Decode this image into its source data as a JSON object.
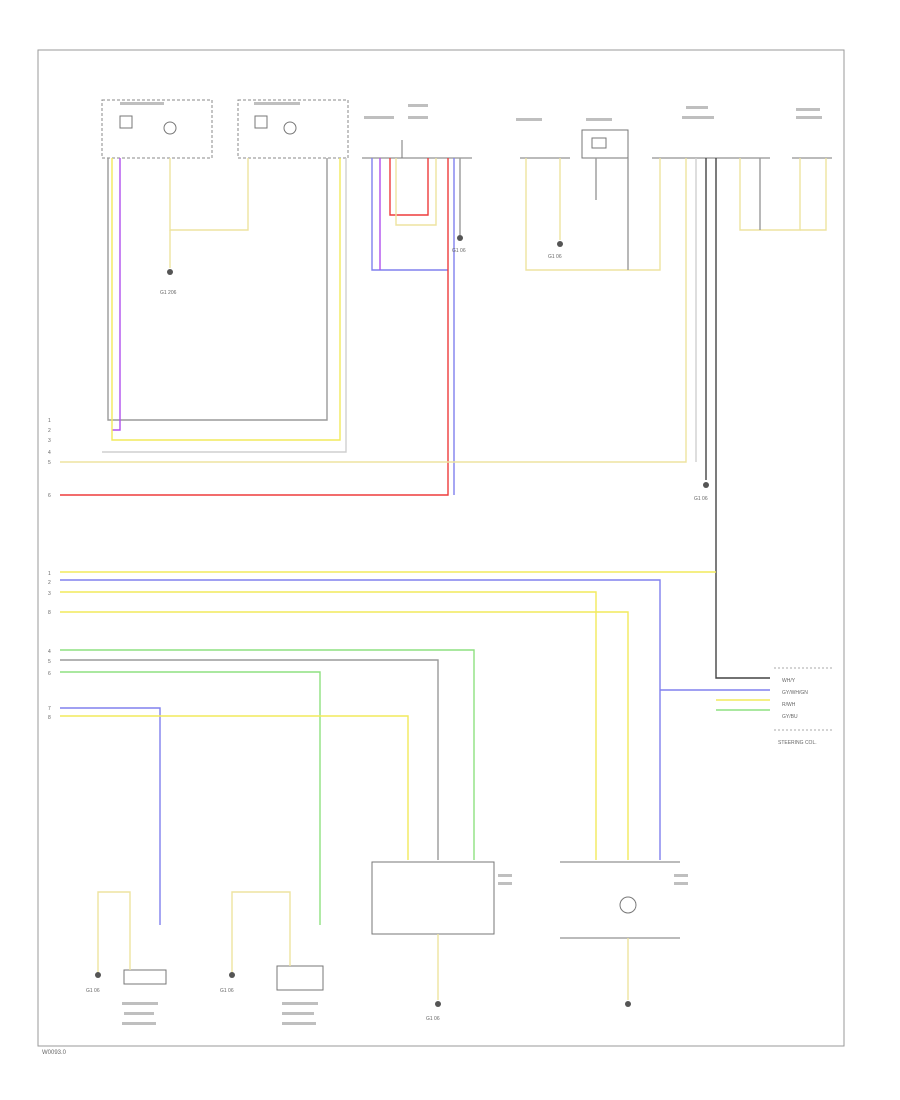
{
  "page_code": "W0093.0",
  "colors": {
    "yellow": "#f2ea5c",
    "lightyellow": "#eee3a0",
    "gray": "#9a9a9a",
    "white": "#cfcfcf",
    "blue": "#8080ee",
    "violet": "#b050ee",
    "red": "#ee3c3c",
    "green": "#8ee080",
    "lightblue": "#7fb0e0",
    "black": "#444444"
  },
  "legend": {
    "items": [
      "WH/Y",
      "GY/WH/GN",
      "R/WH",
      "GY/BU"
    ],
    "title": "STEERING COL."
  },
  "connectors": {
    "left_numbers": [
      "1",
      "2",
      "3",
      "4",
      "5",
      "6",
      "1",
      "2",
      "3",
      "8",
      "4",
      "5",
      "6",
      "7",
      "8"
    ]
  },
  "grounds": {
    "labels": [
      "G1 206",
      "G1 06",
      "G1 06",
      "G1 06",
      "G1 06",
      "G1 06",
      "G1 06"
    ]
  }
}
